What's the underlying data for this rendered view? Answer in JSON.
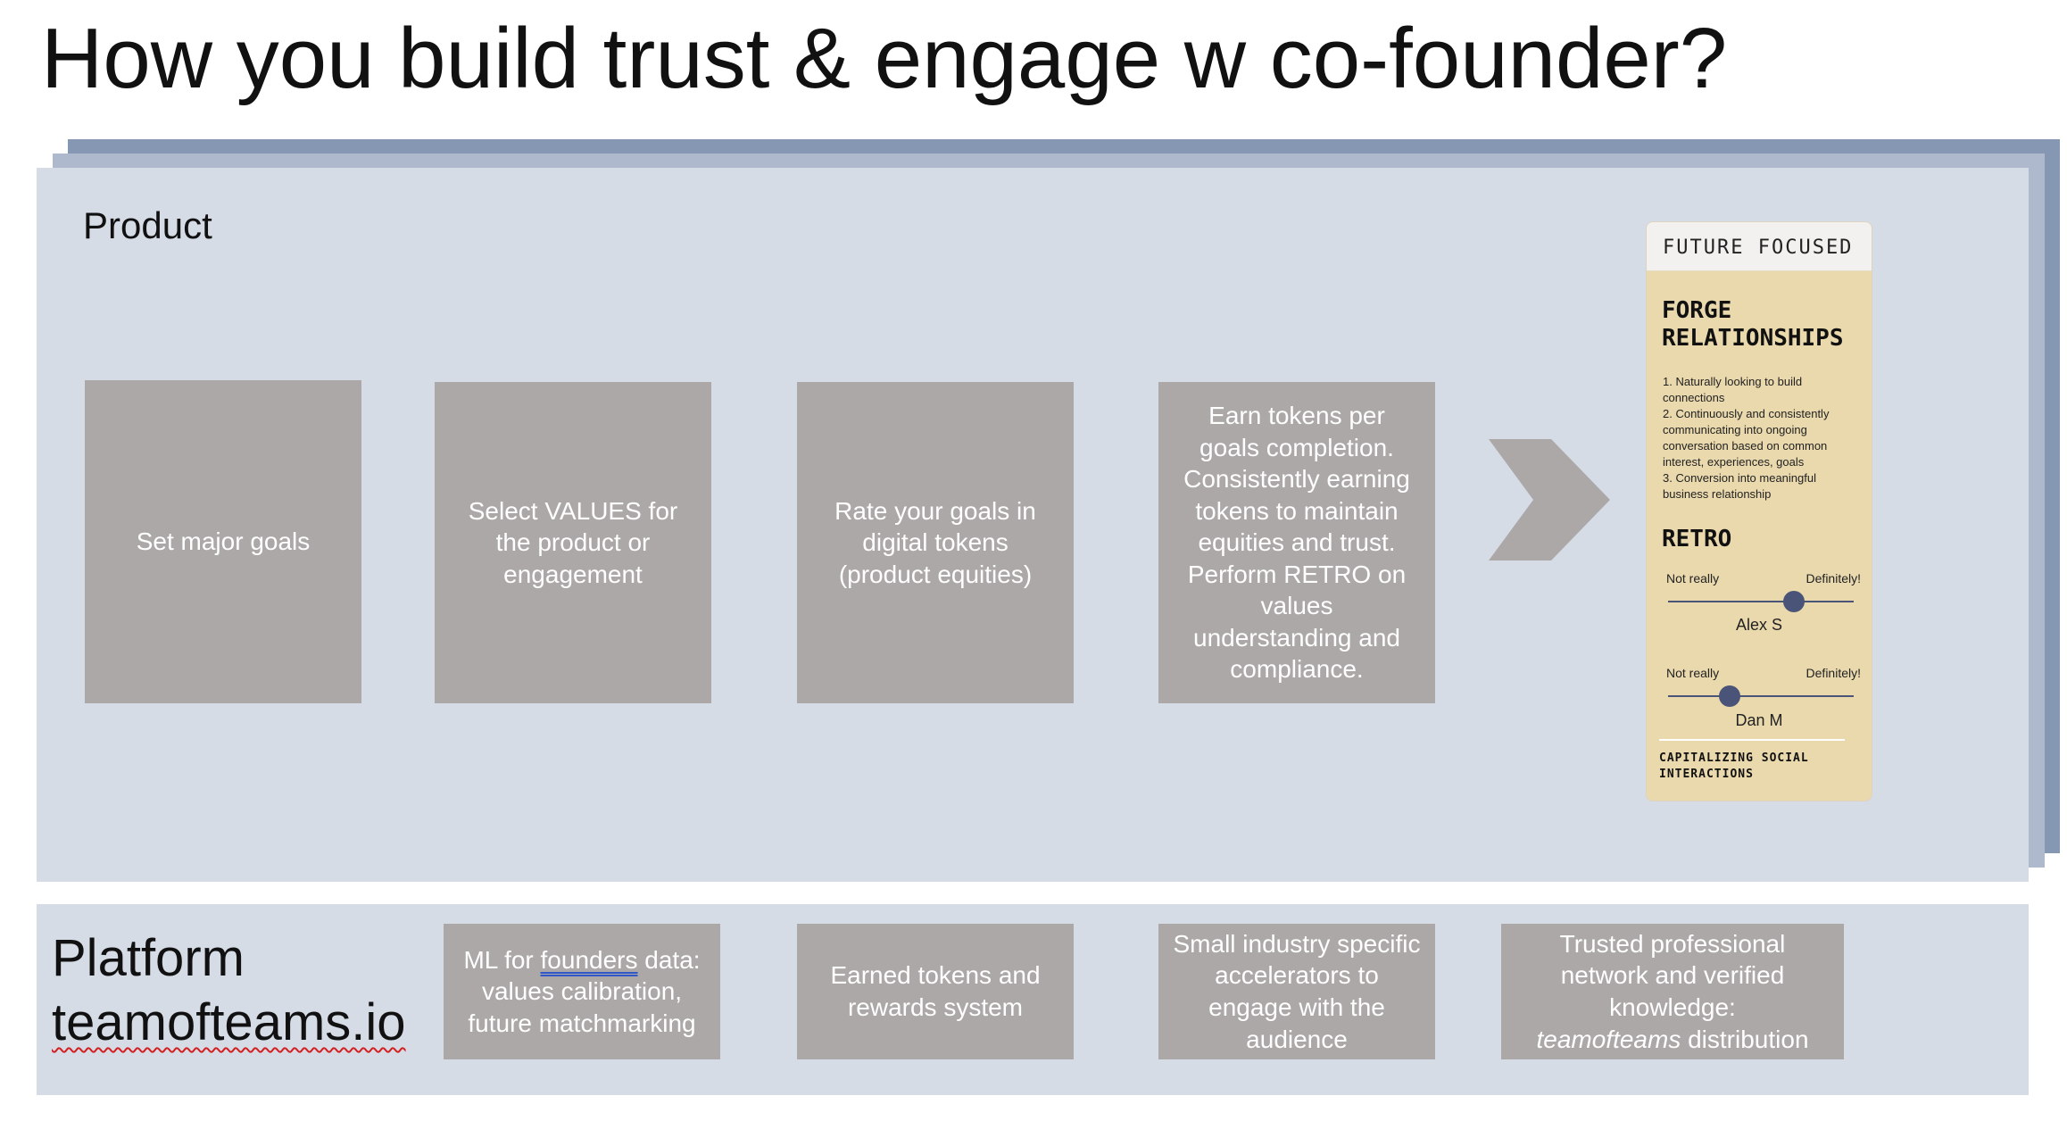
{
  "title": "How you build trust & engage w co-founder?",
  "product": {
    "label": "Product",
    "steps": [
      {
        "text": "Set major goals"
      },
      {
        "text": "Select VALUES for the product or engagement"
      },
      {
        "text": "Rate your goals in digital tokens (product equities)"
      },
      {
        "text": "Earn tokens per goals completion. Consistently earning tokens to maintain equities and trust. Perform RETRO on values understanding and compliance."
      }
    ]
  },
  "card": {
    "header": "FUTURE FOCUSED",
    "heading": "FORGE\nRELATIONSHIPS",
    "list": [
      "1. Naturally looking to build connections",
      "2. Continuously and consistently communicating into ongoing conversation based on common interest, experiences, goals",
      "3. Conversion into meaningful business relationship"
    ],
    "retro_heading": "RETRO",
    "sliders": [
      {
        "left_label": "Not really",
        "right_label": "Definitely!",
        "name": "Alex S",
        "value": 0.68
      },
      {
        "left_label": "Not really",
        "right_label": "Definitely!",
        "name": "Dan M",
        "value": 0.33
      }
    ],
    "footer": "CAPITALIZING SOCIAL\nINTERACTIONS"
  },
  "platform": {
    "label": "Platform",
    "site": "teamofteams.io",
    "boxes": [
      {
        "prefix": "ML for ",
        "flagged": "founders",
        "suffix": " data: values calibration, future matchmarking"
      },
      {
        "text": "Earned tokens and rewards system"
      },
      {
        "text": "Small industry specific accelerators to engage with the audience"
      },
      {
        "line1": "Trusted professional network and verified knowledge:",
        "brand": "teamofteams",
        "suffix": " distribution"
      }
    ]
  },
  "colors": {
    "panel": "#d5dce6",
    "panel_shadow_mid": "#aeb9ce",
    "panel_shadow_back": "#8597b3",
    "box": "#aca8a7",
    "card": "#ead9ad",
    "slider": "#4a5478"
  },
  "icons": {
    "arrow": "chevron-right-icon"
  }
}
